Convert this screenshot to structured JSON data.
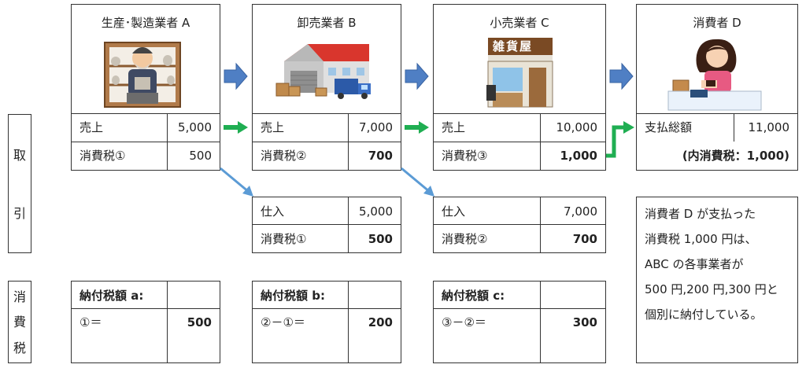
{
  "side_labels": {
    "torihiki": [
      "取",
      "引"
    ],
    "shohizei": [
      "消",
      "費",
      "税"
    ]
  },
  "entities": {
    "a": {
      "title": "生産･製造業者 A",
      "sales_label": "売上",
      "sales_value": "5,000",
      "tax_label": "消費税①",
      "tax_value": "500"
    },
    "b": {
      "title": "卸売業者 B",
      "sales_label": "売上",
      "sales_value": "7,000",
      "tax_label": "消費税②",
      "tax_value": "700",
      "purchase_label": "仕入",
      "purchase_value": "5,000",
      "ptax_label": "消費税①",
      "ptax_value": "500"
    },
    "c": {
      "title": "小売業者 C",
      "shop_sign": "雑貨屋",
      "sales_label": "売上",
      "sales_value": "10,000",
      "tax_label": "消費税③",
      "tax_value": "1,000",
      "purchase_label": "仕入",
      "purchase_value": "7,000",
      "ptax_label": "消費税②",
      "ptax_value": "700"
    },
    "d": {
      "title": "消費者 D",
      "pay_label": "支払総額",
      "pay_value": "11,000",
      "tax_note": "(内消費税：1,000)"
    }
  },
  "payments": {
    "a": {
      "label": "納付税額 a:",
      "formula": "①＝",
      "value": "500"
    },
    "b": {
      "label": "納付税額 b:",
      "formula": "②－①＝",
      "value": "200"
    },
    "c": {
      "label": "納付税額 c:",
      "formula": "③－②＝",
      "value": "300"
    }
  },
  "note": [
    "消費者 D が支払った",
    "消費税 1,000 円は、",
    "ABC の各事業者が",
    "500 円,200 円,300 円と",
    "個別に納付している。"
  ],
  "colors": {
    "flow_arrow": "#4f7fc4",
    "sale_arrow": "#1fae52",
    "purchase_arrow": "#5b9bd5"
  }
}
